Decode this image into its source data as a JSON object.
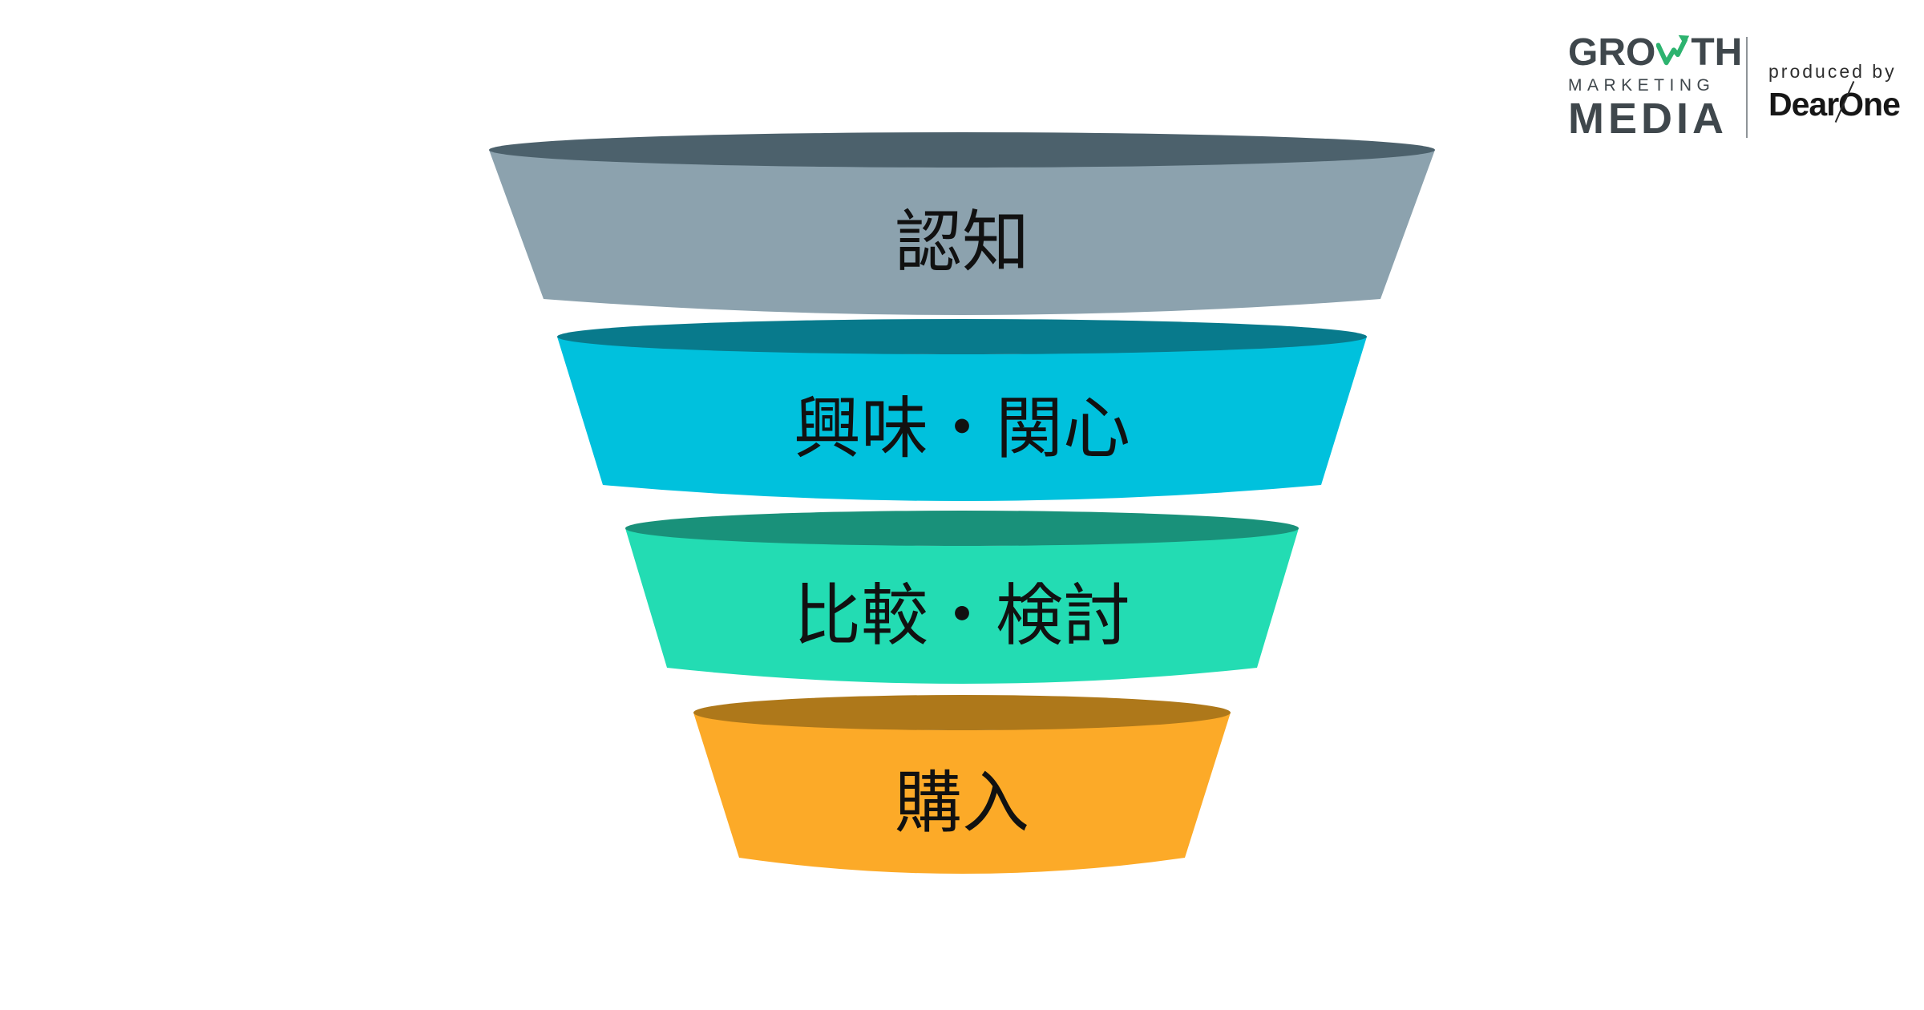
{
  "funnel": {
    "stages": [
      {
        "label": "認知",
        "body_color": "#8CA2AE",
        "top_color": "#4C616C"
      },
      {
        "label": "興味・関心",
        "body_color": "#00C1DD",
        "top_color": "#087A8C"
      },
      {
        "label": "比較・検討",
        "body_color": "#23DCB3",
        "top_color": "#19917A"
      },
      {
        "label": "購入",
        "body_color": "#FCAA28",
        "top_color": "#AE781A"
      }
    ],
    "label_color": "#111111"
  },
  "logo": {
    "growth_prefix": "GRO",
    "growth_suffix": "TH",
    "marketing": "MARKETING",
    "media": "MEDIA",
    "arrow_color": "#2DB36F",
    "text_color": "#3F474C",
    "produced_by": "produced by",
    "producer_name": "DearOne",
    "producer_color": "#161616"
  }
}
